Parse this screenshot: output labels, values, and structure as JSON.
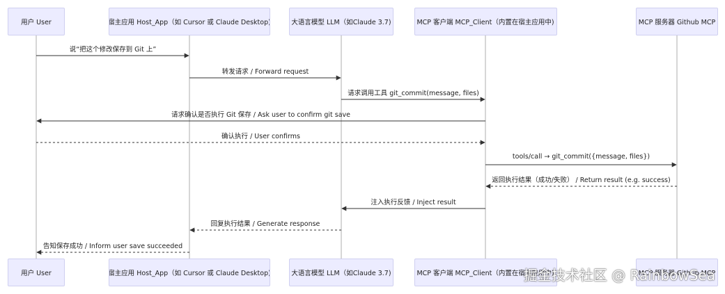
{
  "participants": [
    {
      "id": "user",
      "label": "用户 User"
    },
    {
      "id": "host",
      "label": "宿主应用 Host_App（如 Cursor 或 Claude Desktop)"
    },
    {
      "id": "llm",
      "label": "大语言模型 LLM（如Claude 3.7)"
    },
    {
      "id": "client",
      "label": "MCP 客户端 MCP_Client（内置在宿主应用中)"
    },
    {
      "id": "server",
      "label": "MCP 服务器 Github MCP"
    }
  ],
  "messages": [
    {
      "from": "user",
      "to": "host",
      "label": "说“把这个修改保存到 Git 上”",
      "style": "solid"
    },
    {
      "from": "host",
      "to": "llm",
      "label": "转发请求 / Forward request",
      "style": "solid"
    },
    {
      "from": "llm",
      "to": "client",
      "label": "请求调用工具 git_commit(message, files)",
      "style": "solid"
    },
    {
      "from": "client",
      "to": "user",
      "label": "请求确认是否执行 Git 保存 / Ask user to confirm git save",
      "style": "solid"
    },
    {
      "from": "user",
      "to": "client",
      "label": "确认执行 / User confirms",
      "style": "dashed"
    },
    {
      "from": "client",
      "to": "server",
      "label": "tools/call → git_commit({message, files})",
      "style": "solid"
    },
    {
      "from": "server",
      "to": "client",
      "label": "返回执行结果（成功/失败） / Return result (e.g. success)",
      "style": "dashed"
    },
    {
      "from": "client",
      "to": "llm",
      "label": "注入执行反馈 / Inject result",
      "style": "solid"
    },
    {
      "from": "llm",
      "to": "host",
      "label": "回复执行结果 / Generate response",
      "style": "dashed"
    },
    {
      "from": "host",
      "to": "user",
      "label": "告知保存成功 / Inform user save succeeded",
      "style": "dashed"
    }
  ],
  "watermark": "掘金技术社区 @ RainbowSea",
  "colors": {
    "actor_fill": "#ececff",
    "actor_border": "#cfcff0",
    "line": "#333333",
    "lifeline": "#999999"
  }
}
